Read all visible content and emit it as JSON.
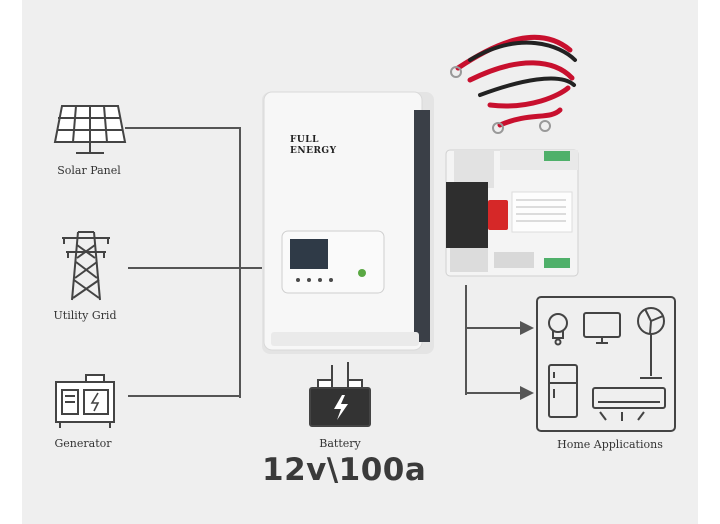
{
  "sources": {
    "solar": {
      "label": "Solar Panel",
      "icon": "solar-panel-icon"
    },
    "grid": {
      "label": "Utility Grid",
      "icon": "power-tower-icon"
    },
    "generator": {
      "label": "Generator",
      "icon": "generator-icon"
    }
  },
  "inverter": {
    "brand_line1": "FULL",
    "brand_line2": "ENERGY"
  },
  "battery": {
    "label": "Battery",
    "icon": "battery-icon",
    "spec": "12v\\100a"
  },
  "loads": {
    "label": "Home Applications",
    "icon": "home-appliances-icon"
  },
  "colors": {
    "background": "#efefef",
    "line": "#555555",
    "inverter_body": "#f7f7f7",
    "cable_red": "#c8102e",
    "switch_red": "#d62828"
  }
}
